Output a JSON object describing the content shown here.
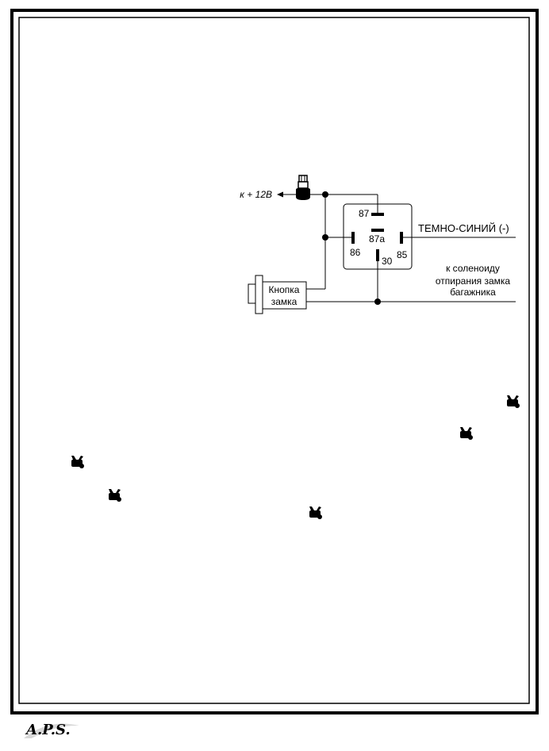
{
  "diagram": {
    "power_label": "к + 12В",
    "relay_pins": {
      "p87": "87",
      "p87a": "87a",
      "p86": "86",
      "p85": "85",
      "p30": "30"
    },
    "wire_label": "ТЕМНО-СИНИЙ (-)",
    "solenoid_label": {
      "line1": "к  соленоиду",
      "line2": "отпирания замка",
      "line3": "багажника"
    },
    "button_label": {
      "line1": "Кнопка",
      "line2": "замка"
    }
  },
  "icons": [
    "trunk-icon",
    "trunk-icon",
    "trunk-icon",
    "trunk-icon",
    "trunk-icon"
  ],
  "footer": {
    "logo_text": "A.P.S."
  }
}
